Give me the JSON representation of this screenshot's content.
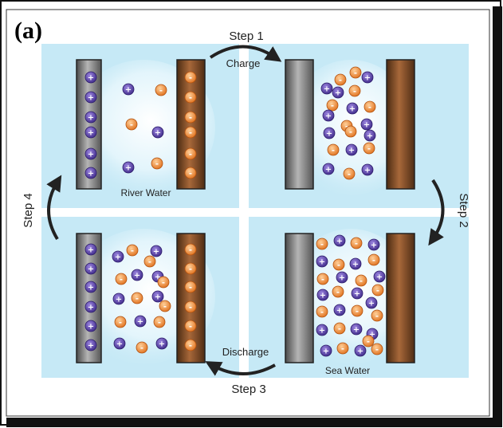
{
  "figure": {
    "panel_label": "(a)",
    "steps": {
      "step1": {
        "title": "Step 1",
        "subtitle": "Charge"
      },
      "step2": {
        "title": "Step 2"
      },
      "step3": {
        "title": "Step 3",
        "subtitle": "Discharge"
      },
      "step4": {
        "title": "Step 4"
      }
    },
    "captions": {
      "river_water": "River Water",
      "sea_water": "Sea Water"
    },
    "ion_signs": {
      "positive": "+",
      "negative": "-"
    },
    "colors": {
      "background_panel": "#c6e9f6",
      "water_glow": "#ffffff",
      "cation": "#5a3fa6",
      "anion": "#f08a2c",
      "left_electrode": "#7a7a7a",
      "right_electrode": "#7a4a26",
      "frame": "#111111"
    }
  }
}
